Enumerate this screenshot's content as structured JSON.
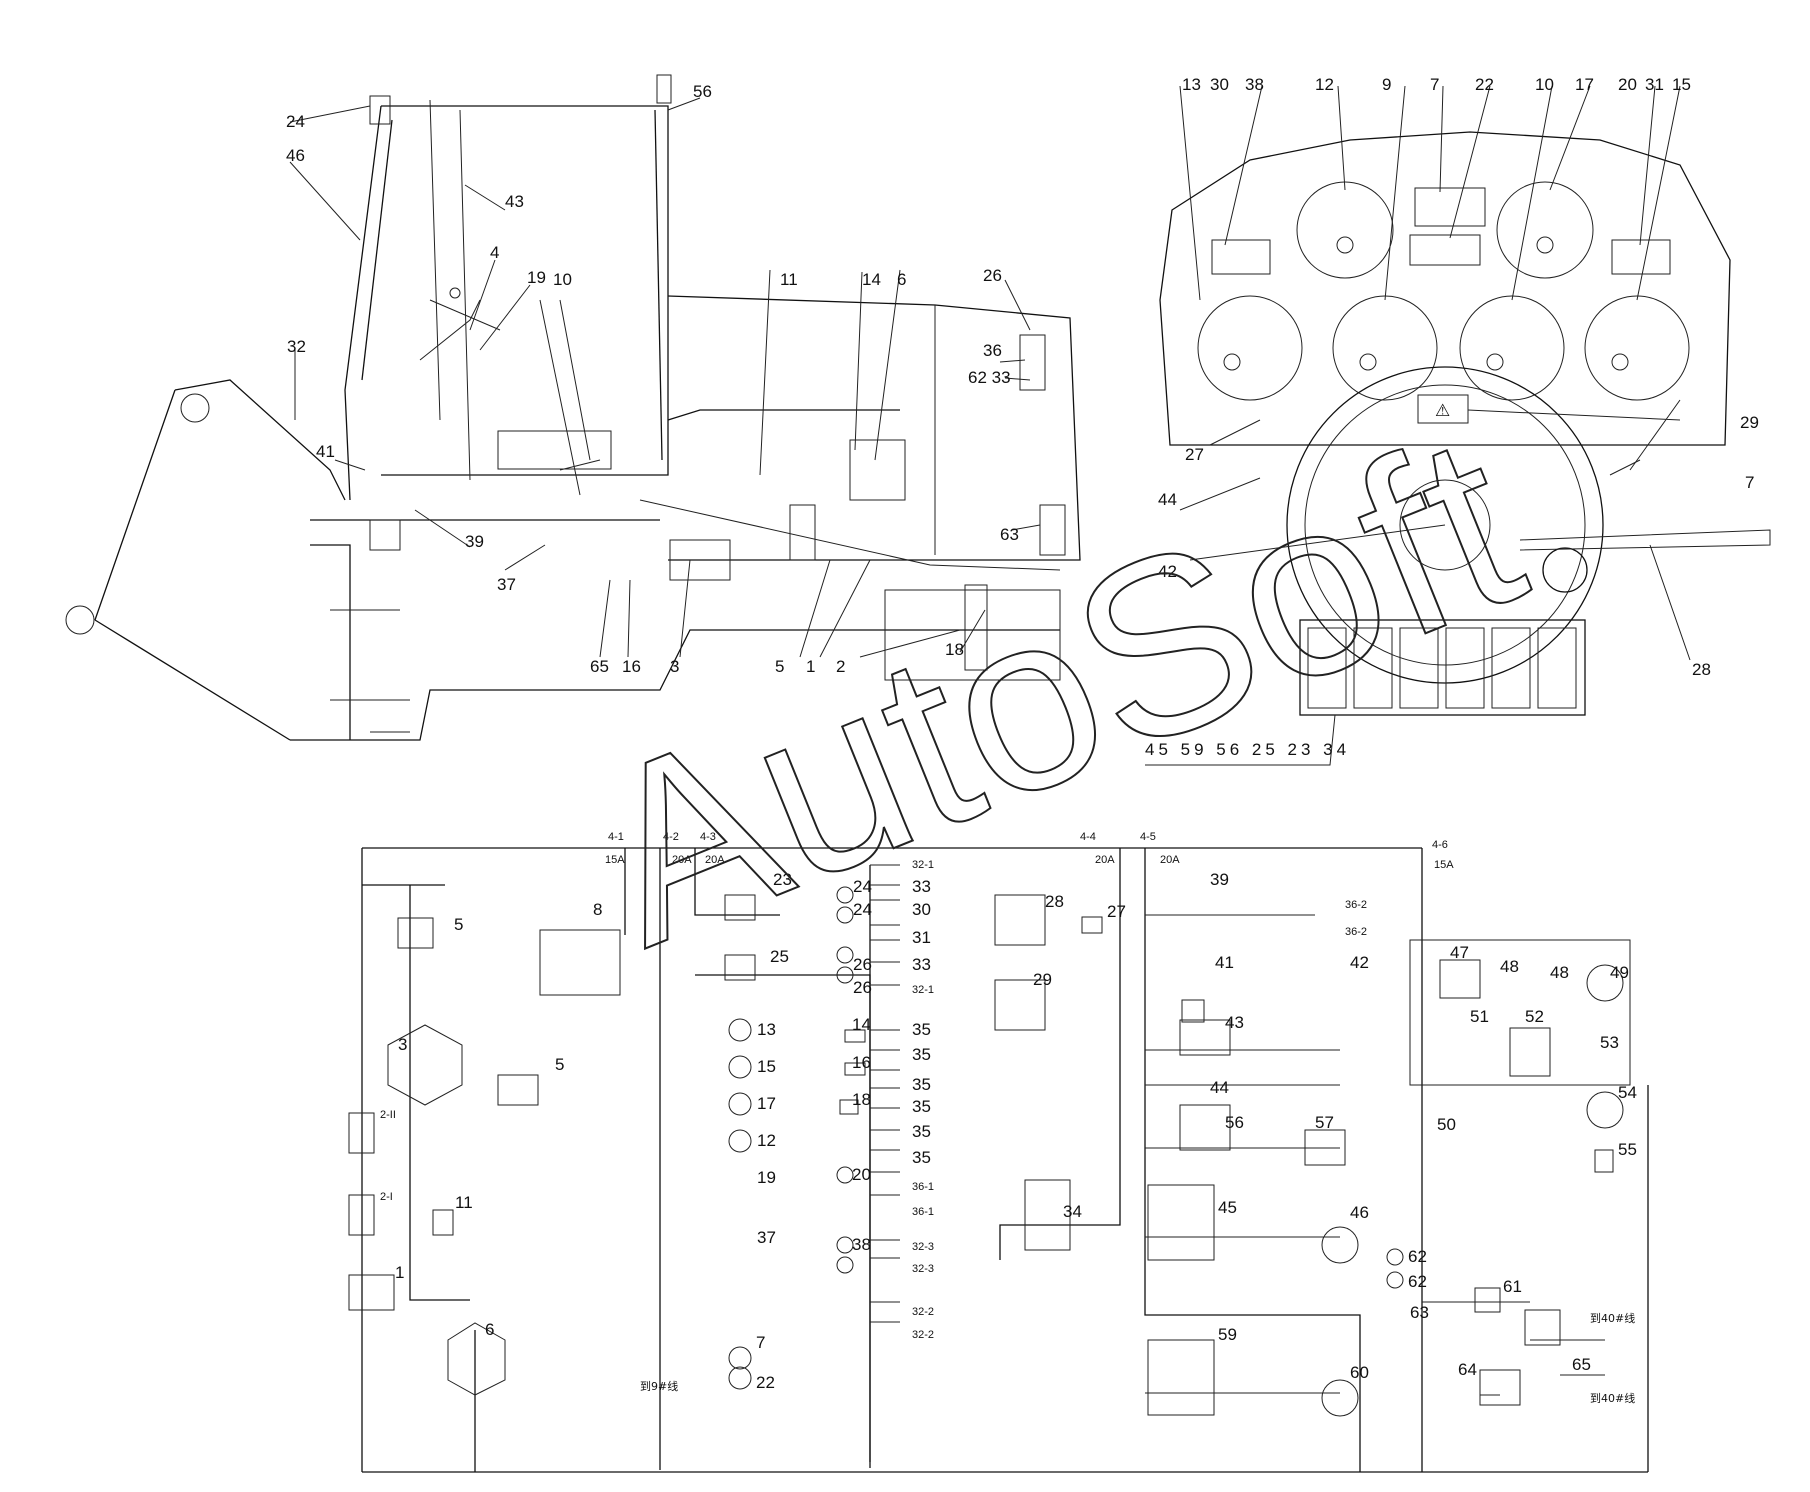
{
  "watermark": "AutoSoft",
  "loader_view": {
    "callouts": [
      "24",
      "46",
      "43",
      "56",
      "4",
      "19",
      "10",
      "11",
      "14",
      "6",
      "26",
      "36",
      "62 33",
      "32",
      "41",
      "39",
      "37",
      "65",
      "16",
      "3",
      "5",
      "1",
      "2",
      "18",
      "63"
    ]
  },
  "dashboard": {
    "top_callouts": [
      "13",
      "30",
      "38",
      "12",
      "9",
      "7",
      "22",
      "10",
      "17",
      "20",
      "31",
      "15"
    ],
    "side_callouts": [
      "27",
      "44",
      "42",
      "29",
      "7",
      "28"
    ],
    "switch_callouts": "45 59 56 25 23 34"
  },
  "schematic": {
    "fuses": [
      {
        "id": "4-1",
        "rating": "15A"
      },
      {
        "id": "4-2",
        "rating": "20A"
      },
      {
        "id": "4-3",
        "rating": "20A"
      },
      {
        "id": "4-4",
        "rating": "20A"
      },
      {
        "id": "4-5",
        "rating": "20A"
      },
      {
        "id": "4-6",
        "rating": "15A"
      }
    ],
    "component_labels": [
      "5",
      "3",
      "2-II",
      "2-I",
      "11",
      "1",
      "6",
      "5",
      "8",
      "23",
      "25",
      "24",
      "24",
      "26",
      "26",
      "32-1",
      "33",
      "30",
      "31",
      "33",
      "32-1",
      "28",
      "27",
      "29",
      "13",
      "14",
      "15",
      "16",
      "17",
      "18",
      "12",
      "19",
      "20",
      "37",
      "38",
      "35",
      "35",
      "35",
      "35",
      "35",
      "35",
      "36-1",
      "36-1",
      "32-3",
      "32-3",
      "32-2",
      "32-2",
      "34",
      "7",
      "22",
      "39",
      "36-2",
      "36-2",
      "41",
      "42",
      "43",
      "44",
      "56",
      "57",
      "45",
      "46",
      "59",
      "60",
      "62",
      "62",
      "63",
      "47",
      "48",
      "48",
      "49",
      "51",
      "52",
      "53",
      "54",
      "50",
      "55",
      "61",
      "64",
      "65"
    ],
    "notes": [
      "到9#线",
      "到40#线",
      "到40#线"
    ]
  }
}
